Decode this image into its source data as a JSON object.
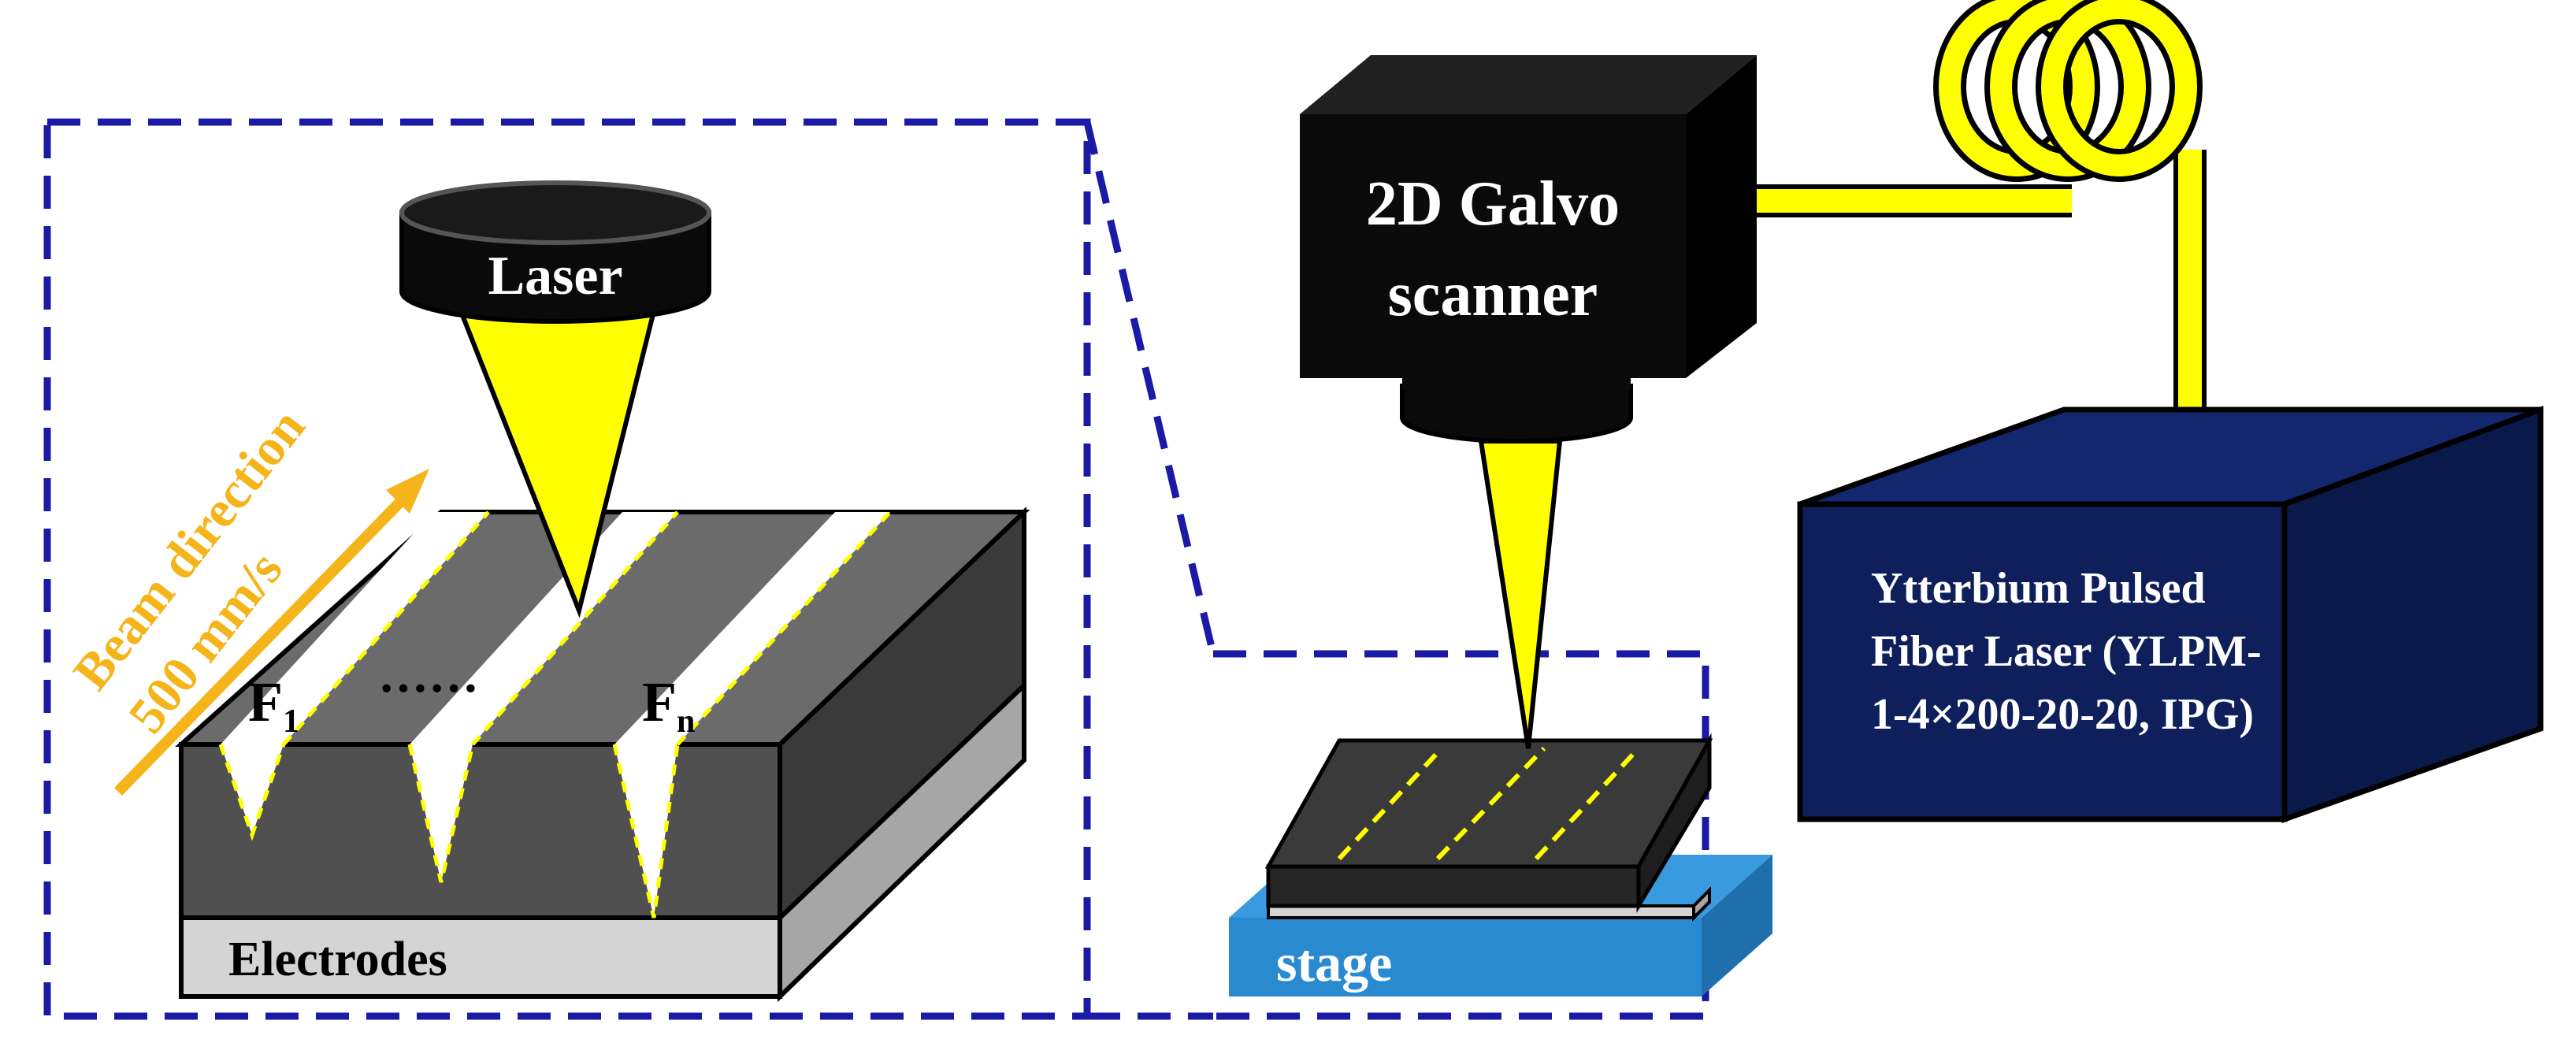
{
  "labels": {
    "laser": "Laser",
    "beam_direction": "Beam direction",
    "speed": "500 mm/s",
    "f1_main": "F",
    "f1_sub": "1",
    "dots": "······",
    "fn_main": "F",
    "fn_sub": "n",
    "electrodes": "Electrodes",
    "galvo_line1": "2D Galvo",
    "galvo_line2": "scanner",
    "stage": "stage",
    "source_line1": "Ytterbium Pulsed",
    "source_line2": "Fiber Laser (YLPM-",
    "source_line3": "1-4×200-20-20, IPG)"
  },
  "colors": {
    "dash_blue": "#1a1aa6",
    "laser_yellow": "#ffff00",
    "beam_arrow": "#f4b41a",
    "black_body": "#0a0a0a",
    "grey_top": "#5a5a5a",
    "grey_front": "#4a4a4a",
    "grey_side": "#3a3a3a",
    "electrode_light": "#d4d4d4",
    "stage_blue": "#2a8ad0",
    "source_navy": "#0f1f5c"
  },
  "icons": {
    "laser_head": "cylinder-laser-head-icon",
    "fiber": "fiber-coil-icon"
  }
}
